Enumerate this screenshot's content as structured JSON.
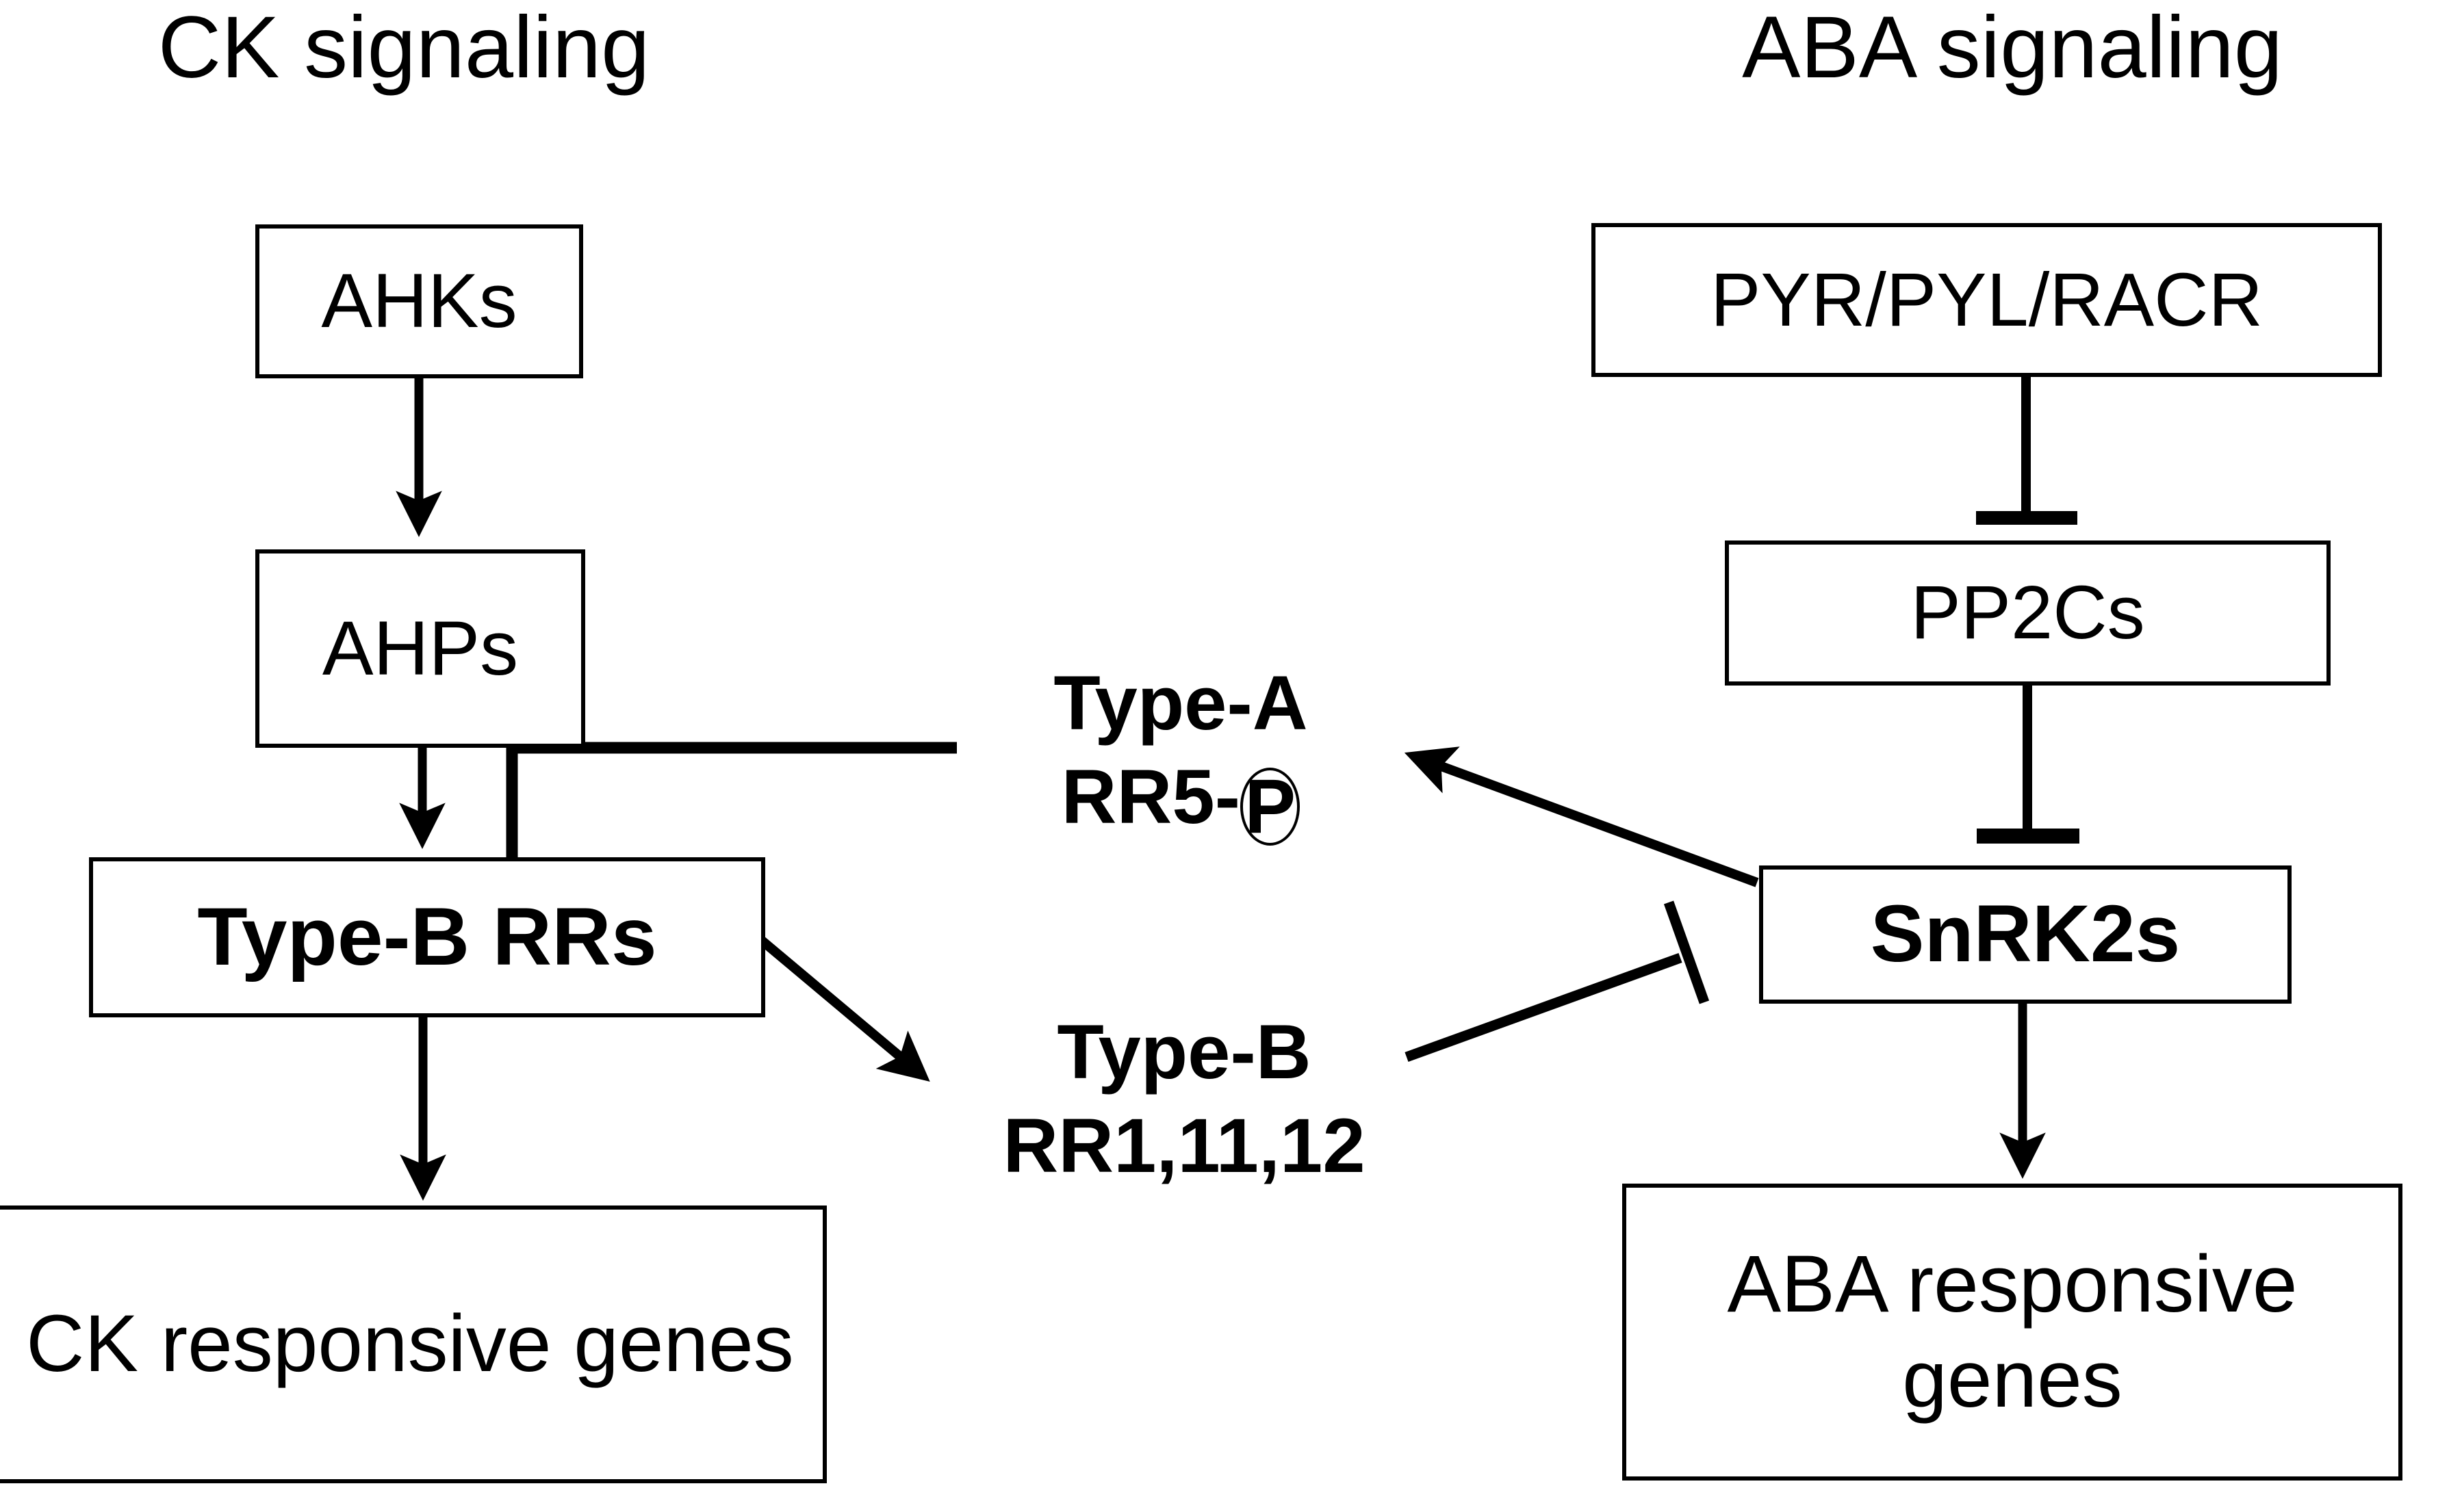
{
  "figure": {
    "type": "pathway-crosstalk-diagram",
    "background_color": "#ffffff",
    "line_color": "#000000"
  },
  "headings": [
    {
      "id": "ck-signaling",
      "text": "CK signaling"
    },
    {
      "id": "aba-signaling",
      "text": "ABA signaling"
    }
  ],
  "nodes": {
    "ahks": {
      "label": "AHKs",
      "weight": "regular"
    },
    "ahps": {
      "label": "AHPs",
      "weight": "regular"
    },
    "type_b_rrs": {
      "label": "Type-B RRs",
      "weight": "bold"
    },
    "ck_genes": {
      "label": "CK responsive genes",
      "weight": "regular"
    },
    "pyr_pyl_racr": {
      "label": "PYR/PYL/RACR",
      "weight": "regular"
    },
    "pp2cs": {
      "label": "PP2Cs",
      "weight": "regular"
    },
    "snrk2s": {
      "label": "SnRK2s",
      "weight": "bold"
    },
    "aba_genes": {
      "label": "ABA responsive genes",
      "weight": "regular"
    }
  },
  "floating_labels": {
    "type_a": {
      "line1": "Type-A",
      "line2_prefix": "RR5-",
      "line2_circle_glyph": "P",
      "weight": "bold"
    },
    "type_b_members": {
      "line1": "Type-B",
      "line2": "RR1,11,12",
      "weight": "bold"
    }
  },
  "edges": [
    {
      "id": "ahks-to-ahps",
      "from": "ahks",
      "to": "ahps",
      "kind": "activation-arrow"
    },
    {
      "id": "ahps-to-type-b-rrs",
      "from": "ahps",
      "to": "type_b_rrs",
      "kind": "activation-arrow"
    },
    {
      "id": "type-b-rrs-to-ck-genes",
      "from": "type_b_rrs",
      "to": "ck_genes",
      "kind": "activation-arrow"
    },
    {
      "id": "type-a-rr5p-inhibits-ahps",
      "from": "type_a",
      "to": "ahps",
      "kind": "inhibition-bar"
    },
    {
      "id": "type-b-rrs-to-type-b-members",
      "from": "type_b_rrs",
      "to": "type_b_members",
      "kind": "activation-arrow"
    },
    {
      "id": "snrk2s-to-type-a-rr5p",
      "from": "snrk2s",
      "to": "type_a",
      "kind": "activation-arrow"
    },
    {
      "id": "type-b-members-inhibit-snrk2s",
      "from": "type_b_members",
      "to": "snrk2s",
      "kind": "inhibition-bar"
    },
    {
      "id": "pyr-inhibits-pp2cs",
      "from": "pyr_pyl_racr",
      "to": "pp2cs",
      "kind": "inhibition-bar"
    },
    {
      "id": "pp2cs-inhibits-snrk2s",
      "from": "pp2cs",
      "to": "snrk2s",
      "kind": "inhibition-bar"
    },
    {
      "id": "snrk2s-to-aba-genes",
      "from": "snrk2s",
      "to": "aba_genes",
      "kind": "activation-arrow"
    }
  ]
}
